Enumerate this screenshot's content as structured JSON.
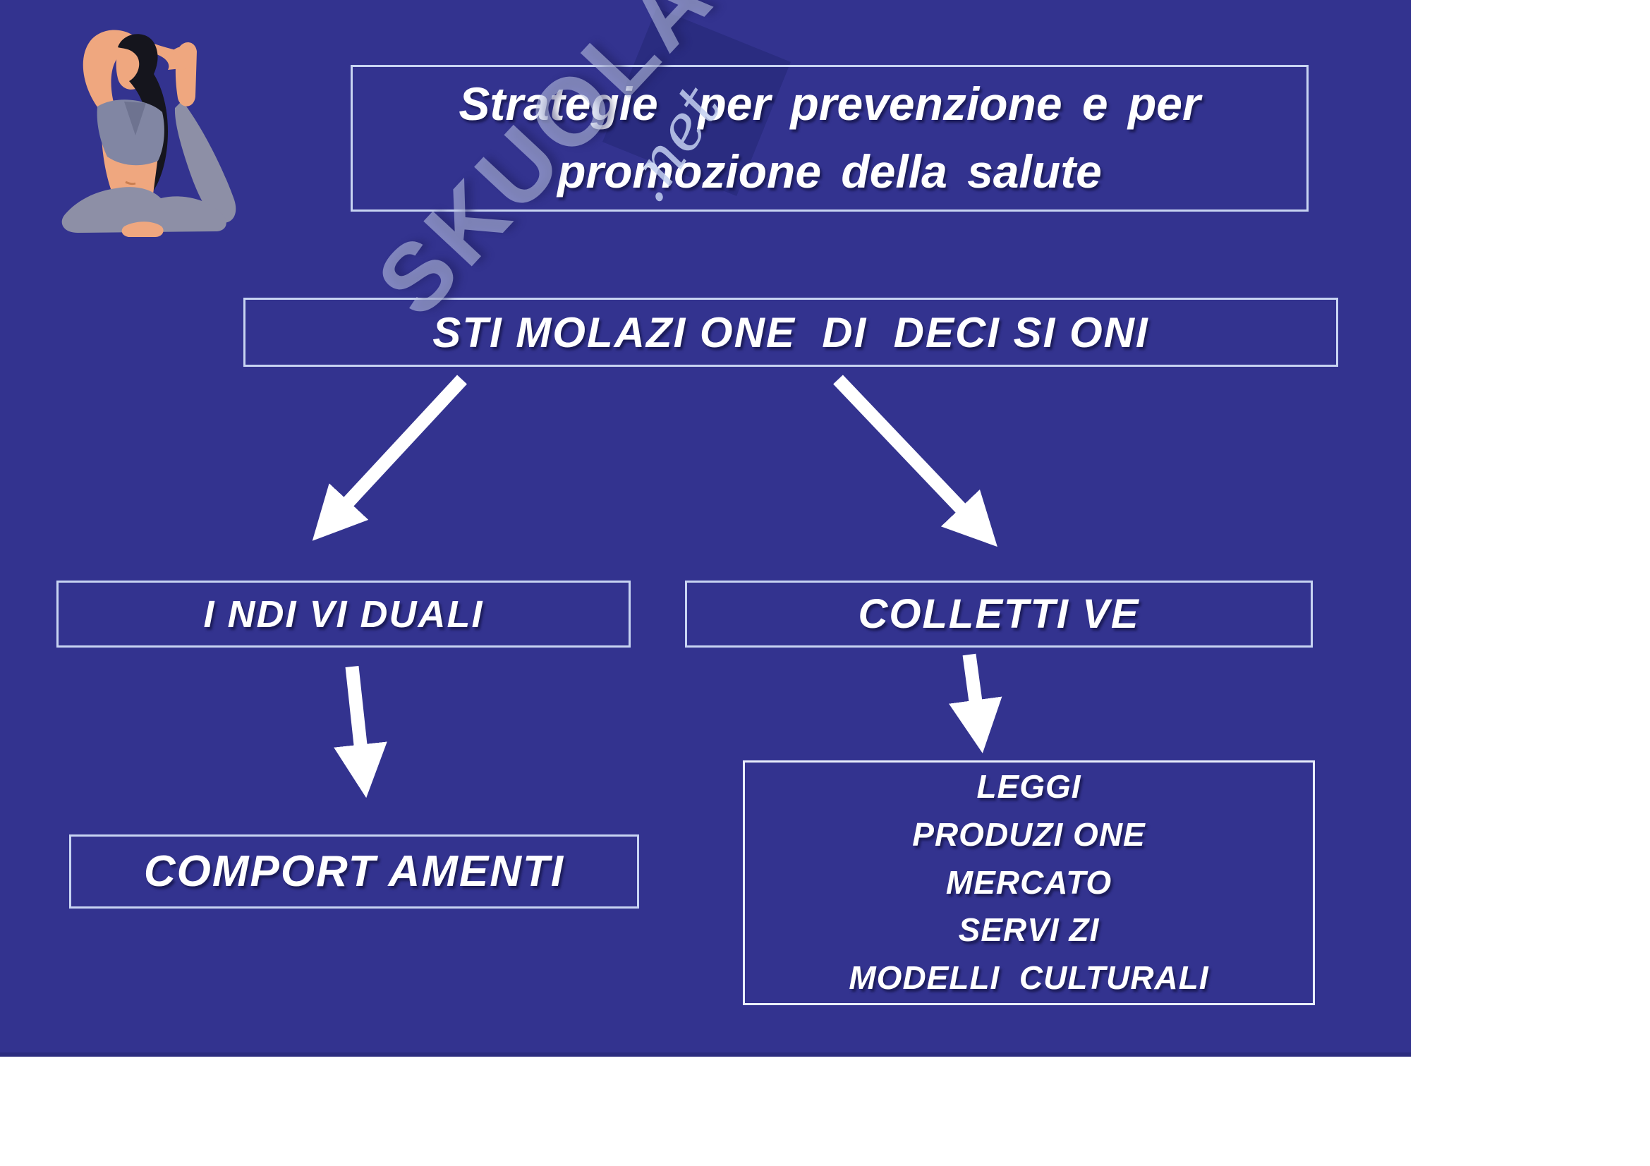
{
  "slide": {
    "background_color": "#33338f",
    "box_border_color": "#c8d4f2",
    "text_color": "#ffffff"
  },
  "title_box": {
    "line1": "Strategie  per prevenzione e per",
    "line2": "promozione della salute"
  },
  "flowchart": {
    "root_label": "STI MOLAZI ONE  DI  DECI SI ONI",
    "left_branch_label": "I NDI VI DUALI",
    "right_branch_label": "COLLETTI VE",
    "left_outcome_label": "COMPORT AMENTI",
    "right_outcome_lines": [
      "LEGGI",
      "PRODUZI ONE",
      "MERCATO",
      "SERVI ZI",
      "MODELLI  CULTURALI"
    ]
  },
  "watermark": {
    "brand": "SKUOLA",
    "suffix": ".net",
    "brand_color": "rgba(193,202,232,0.55)",
    "diamond_color": "#2a2c80"
  },
  "illustration": {
    "label": "yoga-pose-woman",
    "skin_color": "#efa77f",
    "hair_color": "#15151d",
    "outfit_color": "#8186a3",
    "leggings_color": "#8d8fa6"
  },
  "arrows": {
    "color": "#ffffff"
  }
}
